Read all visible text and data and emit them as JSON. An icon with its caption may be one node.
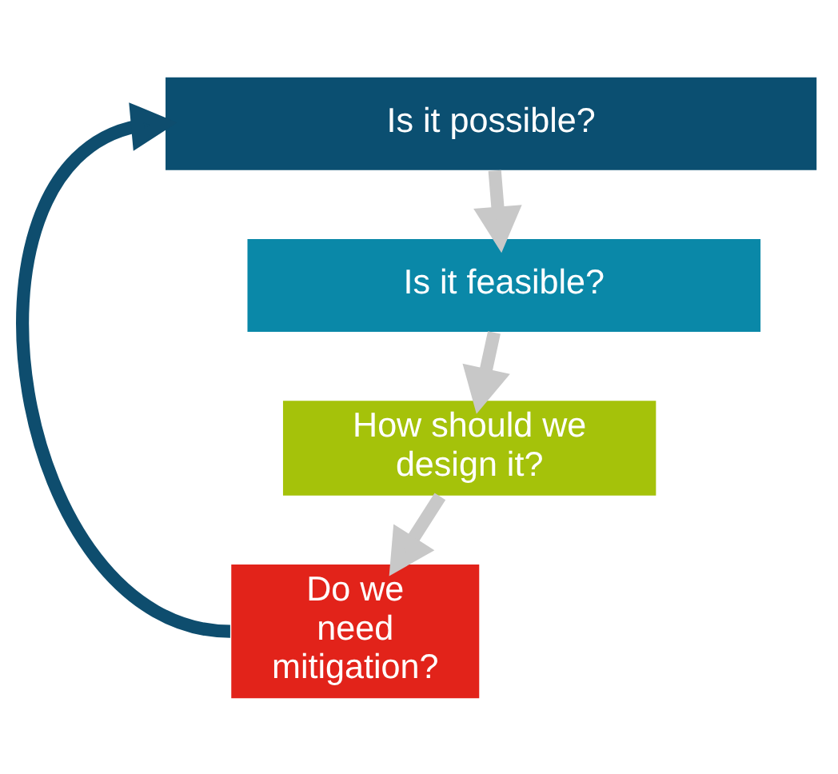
{
  "diagram": {
    "nodes": [
      {
        "text": [
          "Is it possible?"
        ]
      },
      {
        "text": [
          "Is it feasible?"
        ]
      },
      {
        "text": [
          "How should we design it?"
        ]
      },
      {
        "text": [
          "Do we need mitigation?"
        ]
      }
    ],
    "edges": [
      {
        "from": 0,
        "to": 1,
        "arrow": "to"
      },
      {
        "from": 1,
        "to": 2,
        "arrow": "to"
      },
      {
        "from": 2,
        "to": 3,
        "arrow": "to"
      },
      {
        "from": 3,
        "to": 0,
        "arrow": "to",
        "color": "#0e4d6e"
      }
    ]
  }
}
